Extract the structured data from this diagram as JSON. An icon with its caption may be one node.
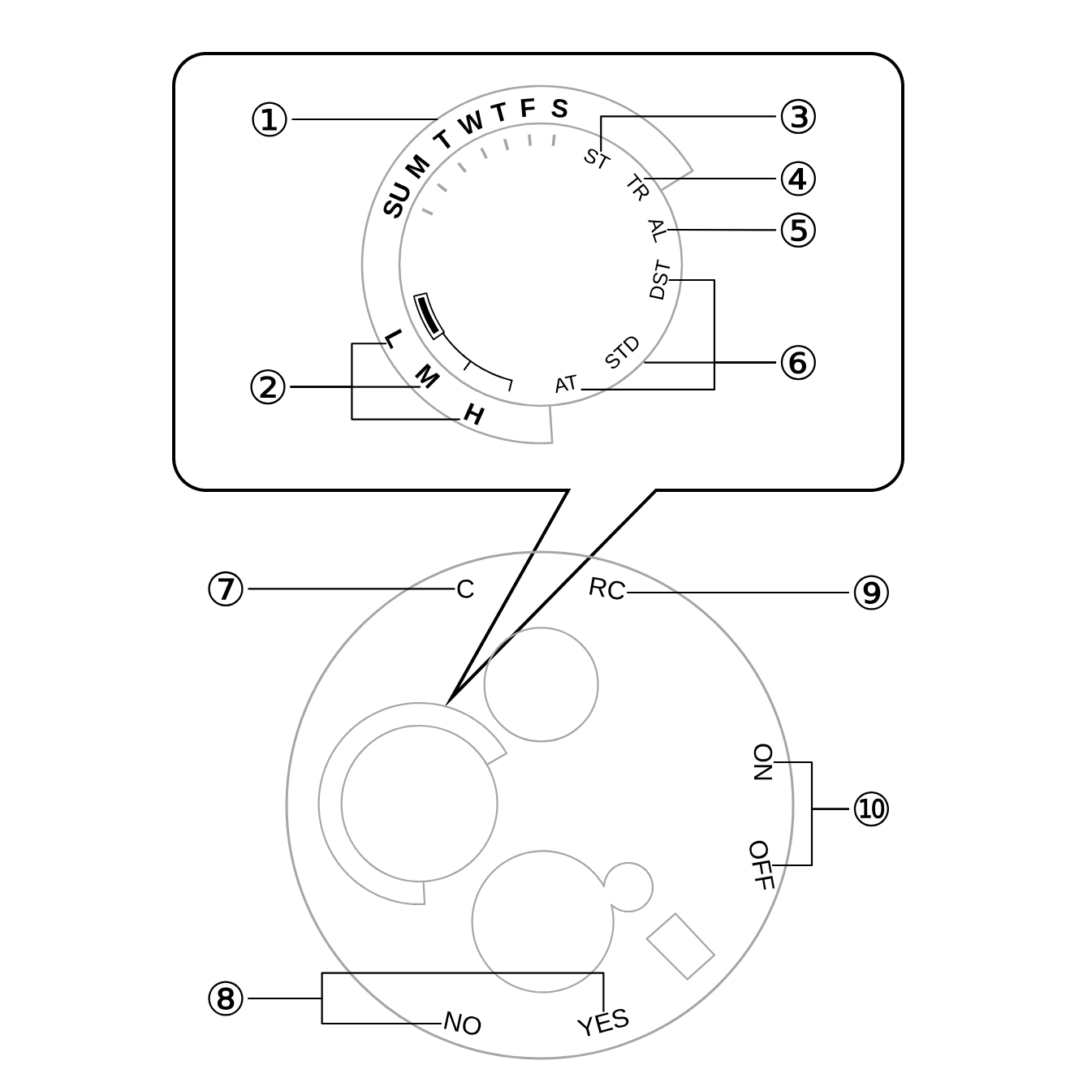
{
  "diagram": {
    "nodes": [
      {
        "text": [
          "①"
        ]
      },
      {
        "text": [
          "T"
        ]
      },
      {
        "text": [
          "③"
        ]
      },
      {
        "text": [
          "ST"
        ]
      },
      {
        "text": [
          "④"
        ]
      },
      {
        "text": [
          "TR"
        ]
      },
      {
        "text": [
          "⑤"
        ]
      },
      {
        "text": [
          "AL"
        ]
      },
      {
        "text": [
          "⑥"
        ]
      },
      {
        "text": [
          "DST"
        ]
      },
      {
        "text": [
          "STD"
        ]
      },
      {
        "text": [
          "AT"
        ]
      },
      {
        "text": [
          "②"
        ]
      },
      {
        "text": [
          "L"
        ]
      },
      {
        "text": [
          "M"
        ]
      },
      {
        "text": [
          "H"
        ]
      },
      {
        "text": [
          "⑦"
        ]
      },
      {
        "text": [
          "C"
        ]
      },
      {
        "text": [
          "⑨"
        ]
      },
      {
        "text": [
          "RC"
        ]
      },
      {
        "text": [
          "⑩"
        ]
      },
      {
        "text": [
          "ON"
        ]
      },
      {
        "text": [
          "OFF"
        ]
      },
      {
        "text": [
          "⑧"
        ]
      },
      {
        "text": [
          "NO"
        ]
      },
      {
        "text": [
          "YES"
        ]
      }
    ],
    "edges": [
      {
        "from": 0,
        "to": 1,
        "arrow": "none"
      },
      {
        "from": 2,
        "to": 3,
        "arrow": "none"
      },
      {
        "from": 4,
        "to": 5,
        "arrow": "none"
      },
      {
        "from": 6,
        "to": 7,
        "arrow": "none"
      },
      {
        "from": 8,
        "to": 9,
        "arrow": "none"
      },
      {
        "from": 8,
        "to": 10,
        "arrow": "none"
      },
      {
        "from": 8,
        "to": 11,
        "arrow": "none"
      },
      {
        "from": 12,
        "to": 13,
        "arrow": "none"
      },
      {
        "from": 12,
        "to": 14,
        "arrow": "none"
      },
      {
        "from": 12,
        "to": 15,
        "arrow": "none"
      },
      {
        "from": 16,
        "to": 17,
        "arrow": "none"
      },
      {
        "from": 18,
        "to": 19,
        "arrow": "none"
      },
      {
        "from": 20,
        "to": 21,
        "arrow": "none"
      },
      {
        "from": 20,
        "to": 22,
        "arrow": "none"
      },
      {
        "from": 23,
        "to": 24,
        "arrow": "none"
      },
      {
        "from": 23,
        "to": 25,
        "arrow": "none"
      }
    ],
    "labels": [
      "SU",
      "M",
      "W",
      "T",
      "F",
      "S"
    ]
  }
}
